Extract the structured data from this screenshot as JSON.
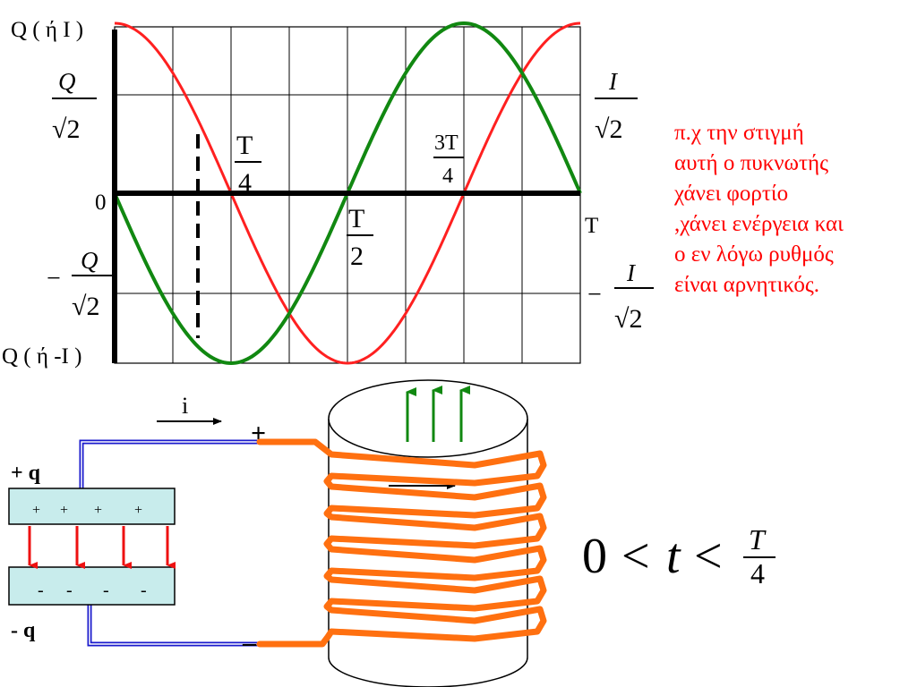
{
  "graph": {
    "y_top_label": "Q ( ή I )",
    "y_bottom_label": "Q ( ή -I )",
    "zero_label": "0",
    "t_end_label": "T",
    "left_pos_num": "Q",
    "left_pos_den": "√2",
    "left_neg_sign": "−",
    "left_neg_num": "Q",
    "left_neg_den": "√2",
    "right_pos_num": "I",
    "right_pos_den": "√2",
    "right_neg_sign": "−",
    "right_neg_num": "I",
    "right_neg_den": "√2",
    "quarter_num": "T",
    "quarter_den": "4",
    "half_num": "T",
    "half_den": "2",
    "three_quarter_num": "3T",
    "three_quarter_den": "4",
    "colors": {
      "charge_curve": "#ff2020",
      "current_curve": "#118811",
      "axis": "#000000"
    }
  },
  "note": {
    "lines": [
      "π.χ την στιγμή",
      "αυτή ο πυκνωτής",
      "χάνει φορτίο",
      ",χάνει ενέργεια και",
      "ο εν λόγω ρυθμός",
      "είναι αρνητικός."
    ],
    "color": "#ff0000"
  },
  "circuit": {
    "current_label": "i",
    "plate_top_label": "+ q",
    "plate_bottom_label": "- q",
    "terminal_plus": "+",
    "terminal_minus": "–",
    "plate_top_marks": [
      "+",
      "+",
      "+",
      "+"
    ],
    "plate_bottom_marks": [
      "-",
      "-",
      "-",
      "-"
    ],
    "colors": {
      "wire": "#1a1acc",
      "coil": "#ff7010",
      "field_arrows": "#118811",
      "plate_fill": "#c8ecec",
      "field_lines": "#ee1111"
    }
  },
  "condition": {
    "lhs": "0",
    "lt1": "<",
    "var": "t",
    "lt2": "<",
    "frac_num": "T",
    "frac_den": "4"
  }
}
